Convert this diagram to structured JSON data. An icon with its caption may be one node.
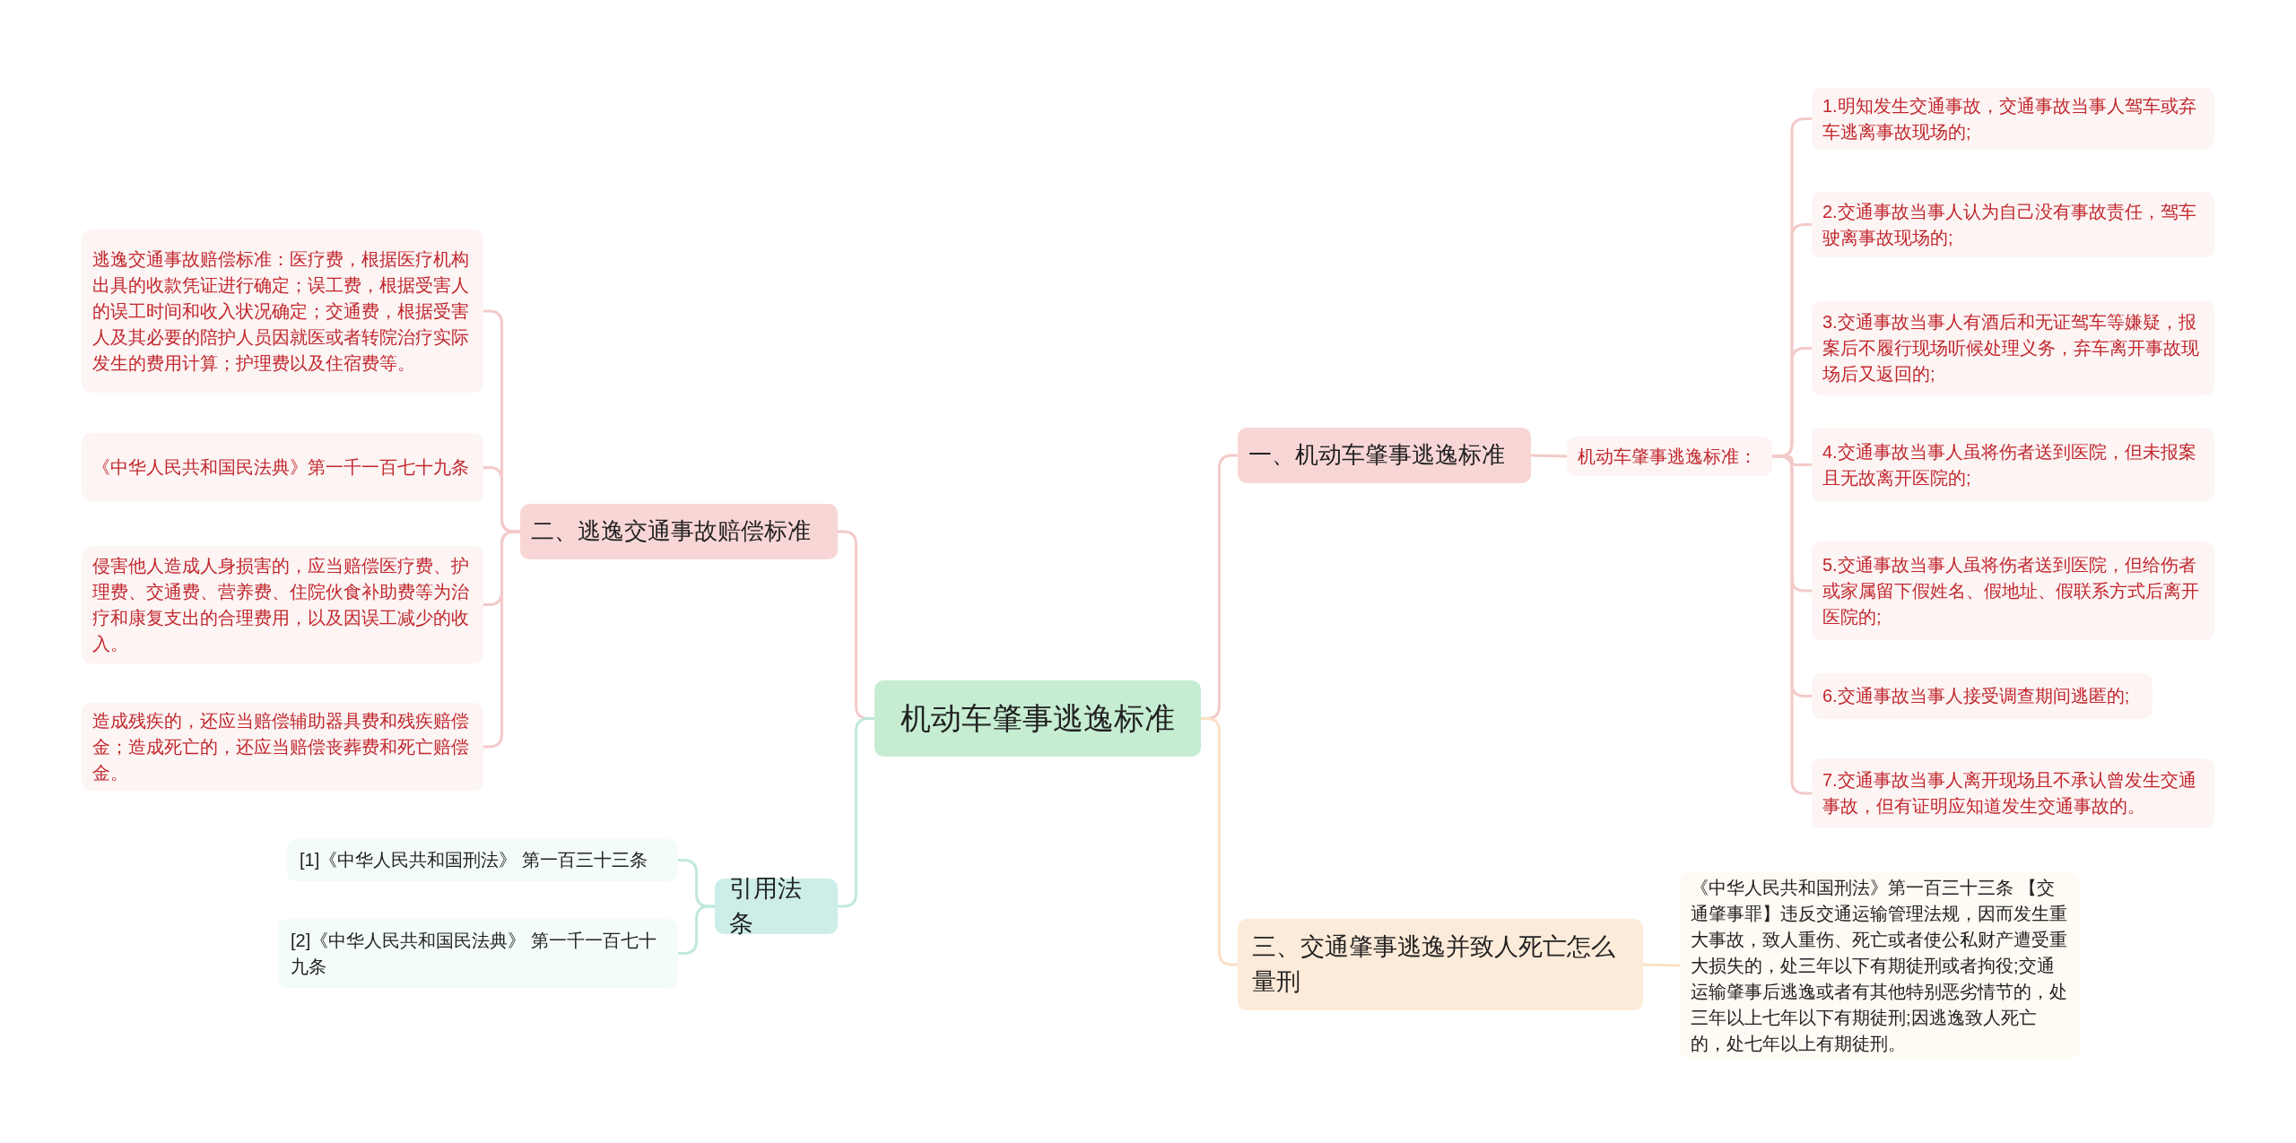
{
  "diagram": {
    "nodes": [
      {
        "text": [
          "机动车肇事逃逸标准"
        ]
      },
      {
        "text": [
          "一、机动车肇事逃逸标准"
        ]
      },
      {
        "text": [
          "机动车肇事逃逸标准："
        ]
      },
      {
        "text": [
          "1.明知发生交通事故，交通事故当事人驾车或弃车逃离事故现场的;"
        ]
      },
      {
        "text": [
          "2.交通事故当事人认为自己没有事故责任，驾车驶离事故现场的;"
        ]
      },
      {
        "text": [
          "3.交通事故当事人有酒后和无证驾车等嫌疑，报案后不履行现场听候处理义务，弃车离开事故现场后又返回的;"
        ]
      },
      {
        "text": [
          "4.交通事故当事人虽将伤者送到医院，但未报案且无故离开医院的;"
        ]
      },
      {
        "text": [
          "5.交通事故当事人虽将伤者送到医院，但给伤者或家属留下假姓名、假地址、假联系方式后离开医院的;"
        ]
      },
      {
        "text": [
          "6.交通事故当事人接受调查期间逃匿的;"
        ]
      },
      {
        "text": [
          "7.交通事故当事人离开现场且不承认曾发生交通事故，但有证明应知道发生交通事故的。"
        ]
      },
      {
        "text": [
          "三、交通肇事逃逸并致人死亡怎么量刑"
        ]
      },
      {
        "text": [
          "《中华人民共和国刑法》第一百三十三条 【交通肇事罪】违反交通运输管理法规，因而发生重大事故，致人重伤、死亡或者使公私财产遭受重大损失的，处三年以下有期徒刑或者拘役;交通运输肇事后逃逸或者有其他特别恶劣情节的，处三年以上七年以下有期徒刑;因逃逸致人死亡的，处七年以上有期徒刑。"
        ]
      },
      {
        "text": [
          "二、逃逸交通事故赔偿标准"
        ]
      },
      {
        "text": [
          "逃逸交通事故赔偿标准：医疗费，根据医疗机构出具的收款凭证进行确定；误工费，根据受害人的误工时间和收入状况确定；交通费，根据受害人及其必要的陪护人员因就医或者转院治疗实际发生的费用计算；护理费以及住宿费等。"
        ]
      },
      {
        "text": [
          "《中华人民共和国民法典》第一千一百七十九条"
        ]
      },
      {
        "text": [
          "侵害他人造成人身损害的，应当赔偿医疗费、护理费、交通费、营养费、住院伙食补助费等为治疗和康复支出的合理费用，以及因误工减少的收入。"
        ]
      },
      {
        "text": [
          "造成残疾的，还应当赔偿辅助器具费和残疾赔偿金；造成死亡的，还应当赔偿丧葬费和死亡赔偿金。"
        ]
      },
      {
        "text": [
          "引用法条"
        ]
      },
      {
        "text": [
          "[1]《中华人民共和国刑法》 第一百三十三条"
        ]
      },
      {
        "text": [
          "[2]《中华人民共和国民法典》 第一千一百七十九条"
        ]
      }
    ],
    "edges": [
      {
        "from": 0,
        "to": 1,
        "arrow": "none"
      },
      {
        "from": 1,
        "to": 2,
        "arrow": "none"
      },
      {
        "from": 2,
        "to": 3,
        "arrow": "none"
      },
      {
        "from": 2,
        "to": 4,
        "arrow": "none"
      },
      {
        "from": 2,
        "to": 5,
        "arrow": "none"
      },
      {
        "from": 2,
        "to": 6,
        "arrow": "none"
      },
      {
        "from": 2,
        "to": 7,
        "arrow": "none"
      },
      {
        "from": 2,
        "to": 8,
        "arrow": "none"
      },
      {
        "from": 2,
        "to": 9,
        "arrow": "none"
      },
      {
        "from": 0,
        "to": 10,
        "arrow": "none",
        "color": "#fbe0c6"
      },
      {
        "from": 10,
        "to": 11,
        "arrow": "none",
        "color": "#fbe0c6"
      },
      {
        "from": 0,
        "to": 12,
        "arrow": "none"
      },
      {
        "from": 12,
        "to": 13,
        "arrow": "none"
      },
      {
        "from": 12,
        "to": 14,
        "arrow": "none"
      },
      {
        "from": 12,
        "to": 15,
        "arrow": "none"
      },
      {
        "from": 12,
        "to": 16,
        "arrow": "none"
      },
      {
        "from": 0,
        "to": 17,
        "arrow": "none",
        "color": "#bfe8df"
      },
      {
        "from": 17,
        "to": 18,
        "arrow": "none",
        "color": "#bfe8df"
      },
      {
        "from": 17,
        "to": 19,
        "arrow": "none",
        "color": "#bfe8df"
      }
    ]
  }
}
